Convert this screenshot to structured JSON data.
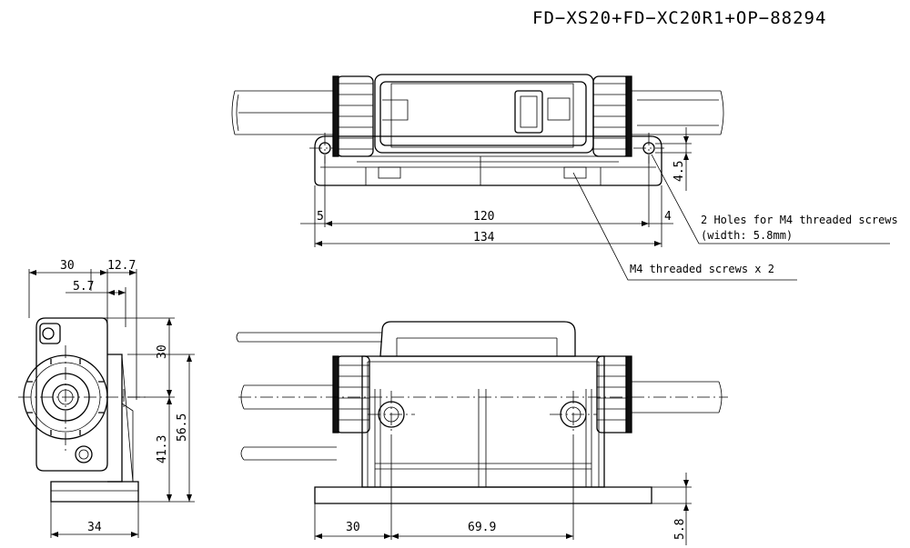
{
  "title": "FD−XS20+FD−XC20R1+OP−88294",
  "top_view": {
    "dims": {
      "left_gap": "5",
      "hole_pitch": "120",
      "right_gap": "4",
      "overall_length": "134",
      "hole_height": "4.5"
    },
    "notes": {
      "holes_line1": "2 Holes for M4 threaded screws",
      "holes_line2": "(width: 5.8mm)",
      "screws": "M4 threaded screws x 2"
    }
  },
  "side_view": {
    "dims": {
      "width_top": "30",
      "offset_top": "12.7",
      "inner_offset": "5.7",
      "height_upper": "30",
      "height_center": "41.3",
      "height_total": "56.5",
      "base_width": "34"
    }
  },
  "front_view": {
    "dims": {
      "left_offset": "30",
      "hole_spacing": "69.9",
      "base_thickness": "5.8"
    }
  }
}
